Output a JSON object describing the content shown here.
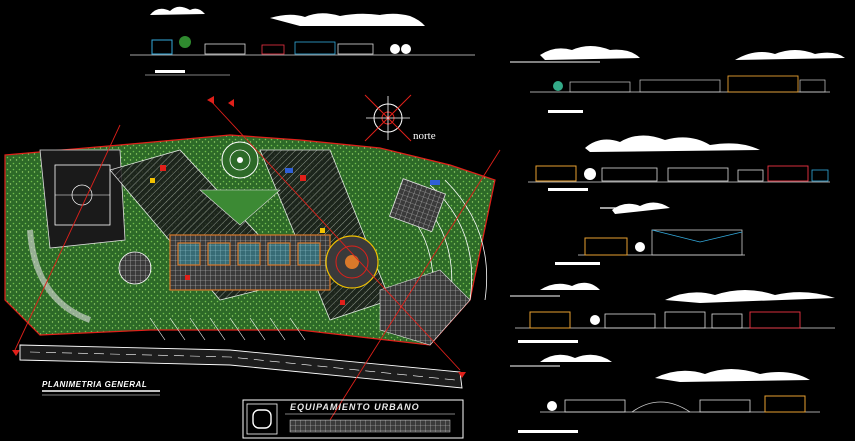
{
  "drawing": {
    "plan_title": "PLANIMETRIA GENERAL",
    "north_label": "norte",
    "title_block_text": "EQUIPAMIENTO URBANO"
  },
  "colors": {
    "background": "#000000",
    "linework": "#ffffff",
    "vegetation": "#2f7a2a",
    "accent_red": "#e0201a",
    "accent_yellow": "#f2c200",
    "accent_orange": "#d9792a",
    "accent_cyan": "#33c9e6",
    "accent_blue": "#2e5fd6"
  },
  "icons": [
    "north-arrow-icon",
    "tree-icon",
    "cloud-icon"
  ]
}
